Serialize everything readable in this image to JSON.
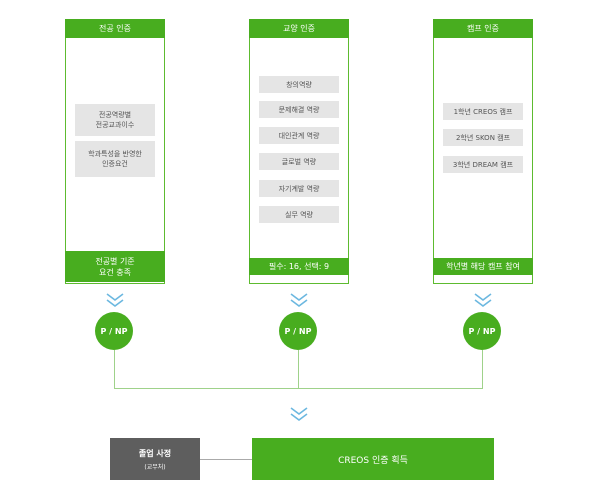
{
  "columns": [
    {
      "title": "전공 인증",
      "items": [
        "전공역량별\n전공교과이수",
        "학과특성을 반영한\n인증요건"
      ],
      "footer": "전공별 기준\n요건 충족",
      "result": "P / NP"
    },
    {
      "title": "교양 인증",
      "items": [
        "창의역량",
        "문제해결 역량",
        "대인관계 역량",
        "글로벌 역량",
        "자기계발 역량",
        "실무 역량"
      ],
      "footer": "필수: 16, 선택: 9",
      "result": "P / NP"
    },
    {
      "title": "캠프 인증",
      "items": [
        "1학년 CREOS 캠프",
        "2학년 SKON 캠프",
        "3학년 DREAM 캠프"
      ],
      "footer": "학년별 해당 캠프 참여",
      "result": "P / NP"
    }
  ],
  "graduation": {
    "title": "졸업 사정",
    "subtitle": "(교무처)"
  },
  "final": "CREOS 인증 획득",
  "colors": {
    "green": "#48ad1f",
    "chevron": "#6cb8e0",
    "grey_box": "#5e5e5e"
  }
}
